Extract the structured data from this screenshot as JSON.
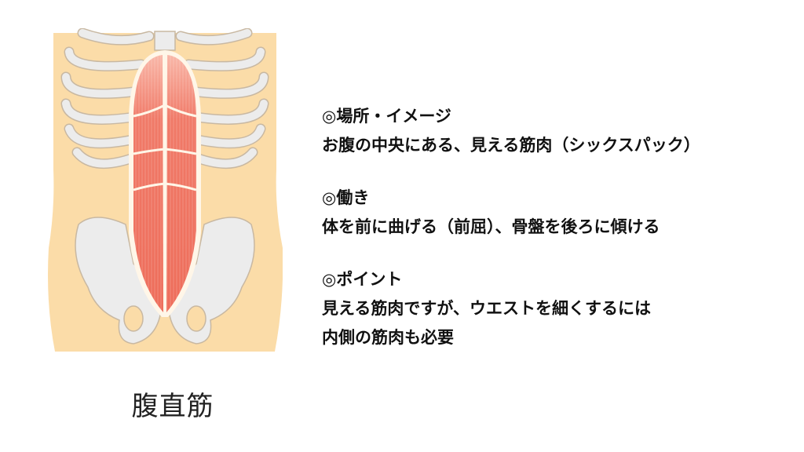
{
  "figure": {
    "caption": "腹直筋",
    "colors": {
      "skin": "#fbdca8",
      "bone": "#ececec",
      "bone_outline": "#c8b8a2",
      "muscle": "#f07a68",
      "muscle_light": "#f9b7a8",
      "tendon": "#fff6e8",
      "background": "#ffffff"
    }
  },
  "sections": [
    {
      "heading": "◎場所・イメージ",
      "lines": [
        "お腹の中央にある、見える筋肉（シックスパック）"
      ]
    },
    {
      "heading": "◎働き",
      "lines": [
        "体を前に曲げる（前屈）、骨盤を後ろに傾ける"
      ]
    },
    {
      "heading": "◎ポイント",
      "lines": [
        "見える筋肉ですが、ウエストを細くするには",
        "内側の筋肉も必要"
      ]
    }
  ]
}
